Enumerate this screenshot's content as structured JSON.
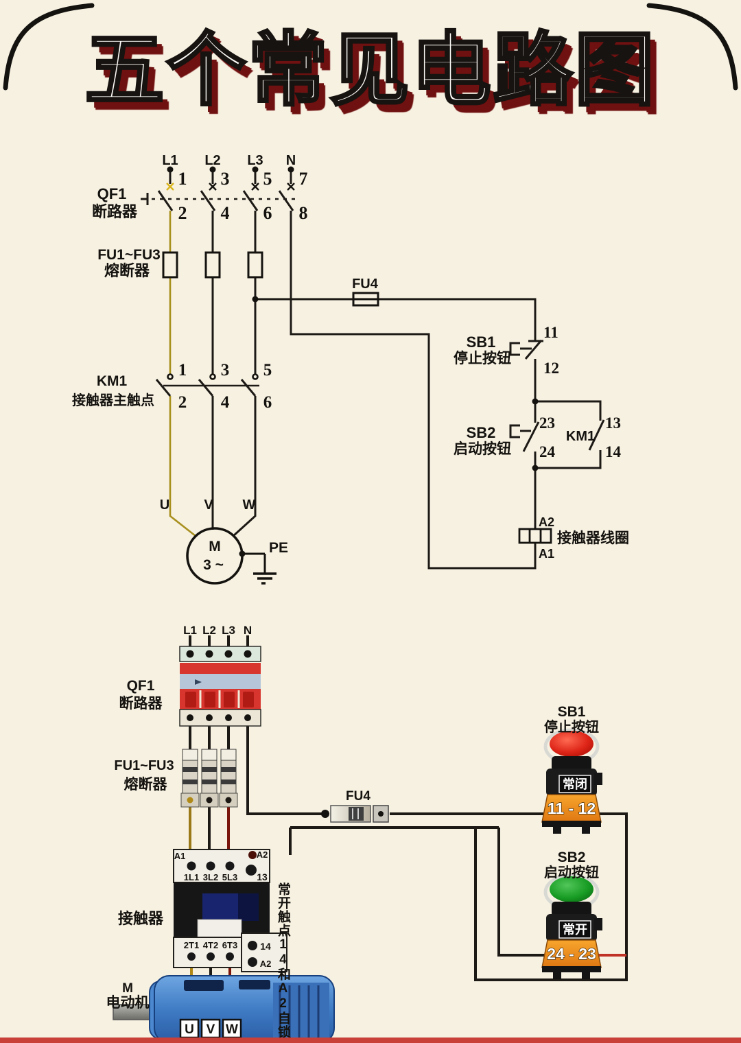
{
  "title": "五个常见电路图",
  "colors": {
    "background": "#f7f1e2",
    "line": "#1d1a16",
    "phase_l1_wire": "#a8901f",
    "title_shadow": "#6f1110",
    "button_red": "#d8281a",
    "button_green": "#1f9e2c",
    "button_base_orange": "#ef8f1f",
    "breaker_red": "#d7352e",
    "breaker_blue": "#b6c5d8",
    "motor_blue": "#3a78c8",
    "bottom_line_red": "#c84038"
  },
  "schematic": {
    "phases": [
      "L1",
      "L2",
      "L3",
      "N"
    ],
    "breaker_name": "QF1",
    "breaker_desc": "断路器",
    "top_terminals": [
      "1",
      "3",
      "5",
      "7"
    ],
    "bottom_terminals": [
      "2",
      "4",
      "6",
      "8"
    ],
    "fuse_name": "FU1~FU3",
    "fuse_desc": "熔断器",
    "contactor_name": "KM1",
    "contactor_desc": "接触器主触点",
    "km_top": [
      "1",
      "3",
      "5"
    ],
    "km_bottom": [
      "2",
      "4",
      "6"
    ],
    "fuse4": "FU4",
    "sb1_name": "SB1",
    "sb1_desc": "停止按钮",
    "t11": "11",
    "t12": "12",
    "sb2_name": "SB2",
    "sb2_desc": "启动按钮",
    "t23": "23",
    "t24": "24",
    "aux_name": "KM1",
    "t13": "13",
    "t14": "14",
    "coil_a2": "A2",
    "coil_a1": "A1",
    "coil_desc": "接触器线圈",
    "motor_terminals": [
      "U",
      "V",
      "W"
    ],
    "motor_label": "M",
    "motor_phase": "3 ~",
    "pe": "PE"
  },
  "wiring": {
    "phases": [
      "L1",
      "L2",
      "L3",
      "N"
    ],
    "breaker_name": "QF1",
    "breaker_desc": "断路器",
    "fuse_name": "FU1~FU3",
    "fuse_desc": "熔断器",
    "fuse4": "FU4",
    "contactor_label": "接触器",
    "note": "常开触点14和A2自锁",
    "ct_a1": "A1",
    "ct_a2": "A2",
    "ct_row": [
      "1L1",
      "3L2",
      "5L3"
    ],
    "ct_13": "13",
    "cb_row": [
      "2T1",
      "4T2",
      "6T3"
    ],
    "cb_14": "14",
    "cb_a2": "A2",
    "sb1_name": "SB1",
    "sb1_desc": "停止按钮",
    "sb1_band": "常闭",
    "sb1_terminals": "11 - 12",
    "sb2_name": "SB2",
    "sb2_desc": "启动按钮",
    "sb2_band": "常开",
    "sb2_terminals": "24 - 23",
    "motor_name": "M",
    "motor_desc": "电动机",
    "motor_terminals": [
      "U",
      "V",
      "W"
    ]
  }
}
